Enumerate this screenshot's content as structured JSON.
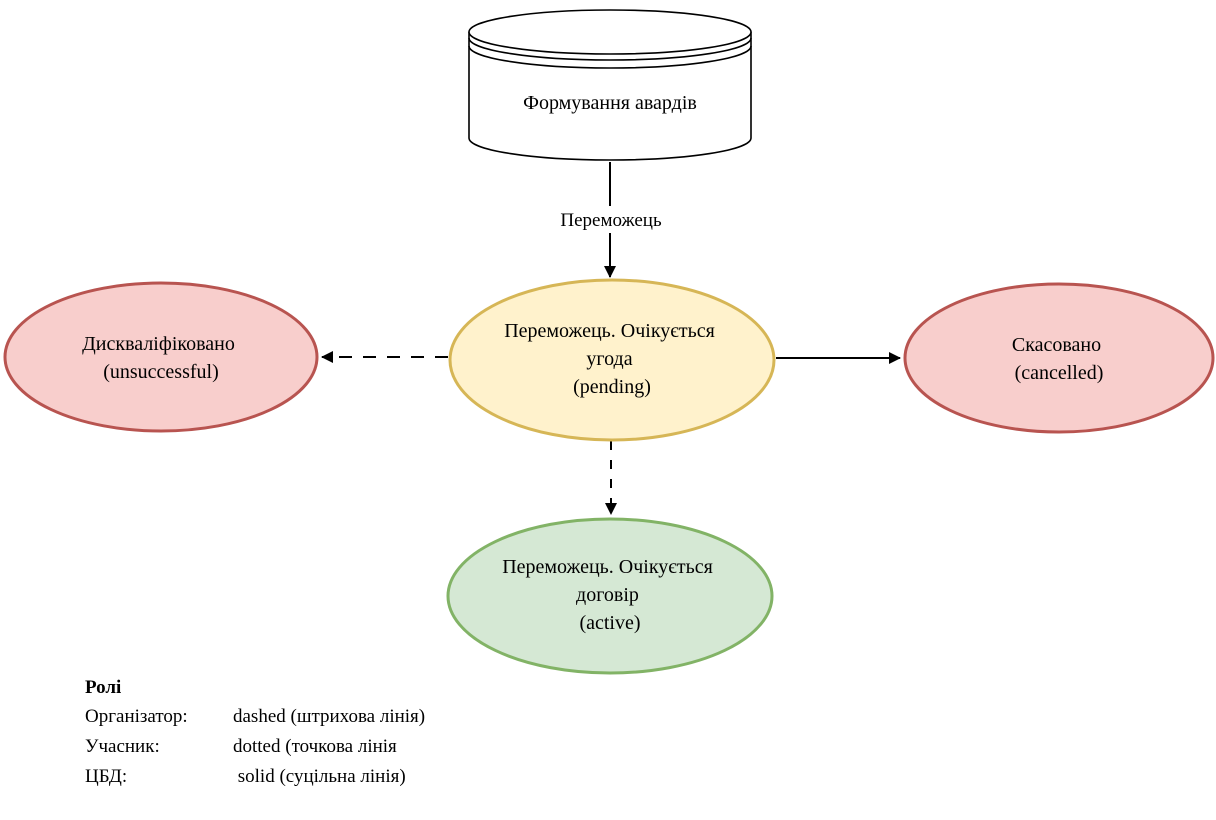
{
  "diagram": {
    "background": "#ffffff",
    "line_color": "#000000",
    "database": {
      "label": "Формування авардів",
      "fill": "#ffffff",
      "stroke": "#000000"
    },
    "edges": {
      "winner": {
        "label": "Переможець",
        "style": "solid"
      },
      "to_unsuccessful": {
        "style": "dashed"
      },
      "to_cancelled": {
        "style": "solid"
      },
      "to_active": {
        "style": "dashed"
      }
    },
    "nodes": {
      "pending": {
        "lines": [
          "Переможець. Очікується",
          "угода",
          "(pending)"
        ],
        "fill": "#fff2cc",
        "stroke": "#d6b656"
      },
      "unsuccessful": {
        "lines": [
          "Дискваліфіковано",
          "(unsuccessful)"
        ],
        "fill": "#f8cecc",
        "stroke": "#b85450"
      },
      "cancelled": {
        "lines": [
          "Скасовано",
          "(cancelled)"
        ],
        "fill": "#f8cecc",
        "stroke": "#b85450"
      },
      "active": {
        "lines": [
          "Переможець. Очікується",
          "договір",
          "(active)"
        ],
        "fill": "#d5e8d4",
        "stroke": "#82b366"
      }
    },
    "legend": {
      "title": "Ролі",
      "rows": [
        {
          "role": "Організатор:",
          "desc": "dashed (штрихова лінія)"
        },
        {
          "role": "Учасник:",
          "desc": "dotted (точкова лінія"
        },
        {
          "role": "ЦБД:",
          "desc": " solid (суцільна лінія)"
        }
      ]
    }
  }
}
